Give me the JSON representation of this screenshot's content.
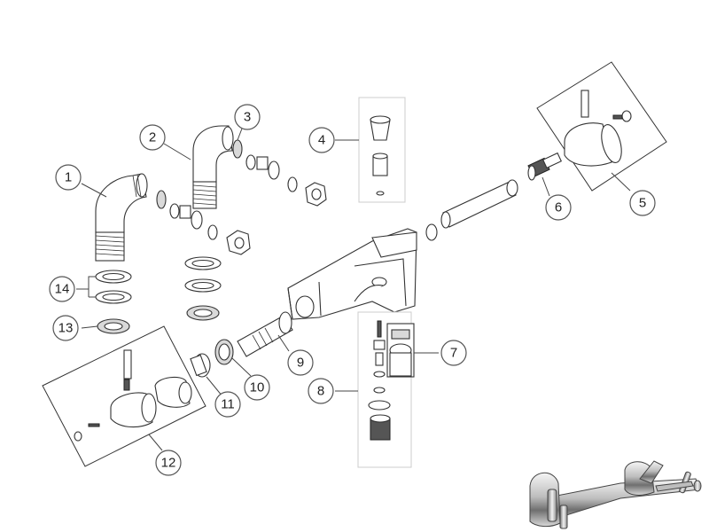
{
  "callouts": [
    {
      "id": "c1",
      "label": "1"
    },
    {
      "id": "c2",
      "label": "2"
    },
    {
      "id": "c3",
      "label": "3"
    },
    {
      "id": "c4",
      "label": "4"
    },
    {
      "id": "c5",
      "label": "5"
    },
    {
      "id": "c6",
      "label": "6"
    },
    {
      "id": "c7",
      "label": "7"
    },
    {
      "id": "c8",
      "label": "8"
    },
    {
      "id": "c9",
      "label": "9"
    },
    {
      "id": "c10",
      "label": "10"
    },
    {
      "id": "c11",
      "label": "11"
    },
    {
      "id": "c12",
      "label": "12"
    },
    {
      "id": "c13",
      "label": "13"
    },
    {
      "id": "c14",
      "label": "14"
    }
  ],
  "colors": {
    "line": "#333333",
    "chrome_light": "#e8e8e8",
    "chrome_dark": "#8a8a8a"
  }
}
